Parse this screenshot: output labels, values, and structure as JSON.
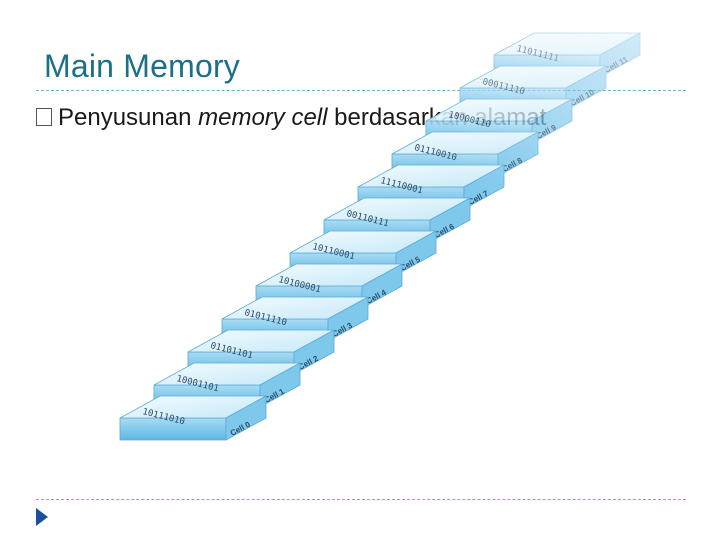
{
  "slide": {
    "title": "Main Memory",
    "bullet": {
      "prefix": "Penyusunan ",
      "italic": "memory cell",
      "suffix": " berdasarkan alamat"
    }
  },
  "figure": {
    "cells": [
      {
        "label": "Cell 0",
        "bits": "10111010"
      },
      {
        "label": "Cell 1",
        "bits": "10001101"
      },
      {
        "label": "Cell 2",
        "bits": "01101101"
      },
      {
        "label": "Cell 3",
        "bits": "01011110"
      },
      {
        "label": "Cell 4",
        "bits": "10100001"
      },
      {
        "label": "Cell 5",
        "bits": "10110001"
      },
      {
        "label": "Cell 6",
        "bits": "00110111"
      },
      {
        "label": "Cell 7",
        "bits": "11110001"
      },
      {
        "label": "Cell 8",
        "bits": "01110010"
      },
      {
        "label": "Cell 9",
        "bits": "10000110"
      },
      {
        "label": "Cell 10",
        "bits": "00011110"
      },
      {
        "label": "Cell 11",
        "bits": "11011111"
      }
    ],
    "colors": {
      "title": "#1b6f86",
      "rule": "#6fb2c8",
      "cell_face": "#7ec8ec",
      "cell_top": "#d9f1fb",
      "cell_stroke": "#5aa9d6",
      "text": "#2c4a6a"
    }
  }
}
